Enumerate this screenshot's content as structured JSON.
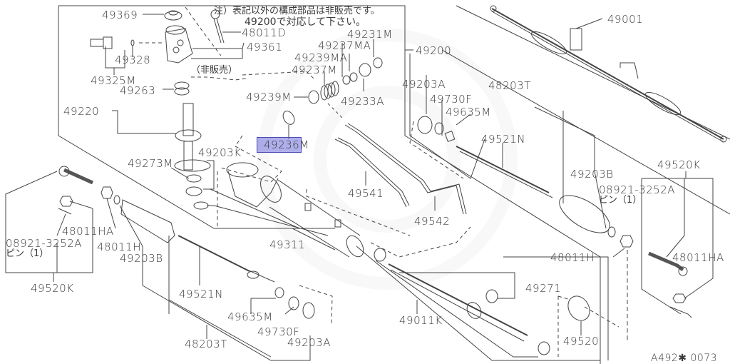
{
  "diagram": {
    "type": "exploded-parts-diagram",
    "subject": "Power steering gear assembly",
    "figure_code": "A492✱ 0073",
    "note_line1": "注）表記以外の構成部品は非販売です。",
    "note_line2": "49200で対応して下さい。",
    "not_sold_label": "（非販売）",
    "highlight_color": "#7a7ad8",
    "highlighted_part": "49236M",
    "labels": {
      "p49369": "49369",
      "p48011D": "48011D",
      "p49361": "49361",
      "p49328": "49328",
      "p49325M": "49325M",
      "p49263": "49263",
      "p49220": "49220",
      "p49231M": "49231M",
      "p49237MA": "49237MA",
      "p49239MA": "49239MA",
      "p49237M": "49237M",
      "p49239M": "49239M",
      "p49233A": "49233A",
      "p49200": "49200",
      "p49236M": "49236M",
      "p49001": "49001",
      "p49203A_r": "49203A",
      "p49730F_r": "49730F",
      "p49635M_r": "49635M",
      "p48203T_r": "48203T",
      "p49521N_r": "49521N",
      "p49203B_r": "49203B",
      "p49520K_r": "49520K",
      "p08921_r": "08921-3252A",
      "pin_r": "ピン（1）",
      "p48011HA_r": "48011HA",
      "p48011H_r": "48011H",
      "p49273M": "49273M",
      "p49203K": "49203K",
      "p49541": "49541",
      "p49542": "49542",
      "p49311": "49311",
      "p48011HA_l": "48011HA",
      "p08921_l": "08921-3252A",
      "pin_l": "ピン（1）",
      "p48011H_l": "48011H",
      "p49203B_l": "49203B",
      "p49520K_l": "49520K",
      "p49521N_l": "49521N",
      "p49635M_l": "49635M",
      "p49730F_l": "49730F",
      "p48203T_l": "48203T",
      "p49203A_l": "49203A",
      "p49011K": "49011K",
      "p49271": "49271",
      "p49520": "49520"
    }
  }
}
